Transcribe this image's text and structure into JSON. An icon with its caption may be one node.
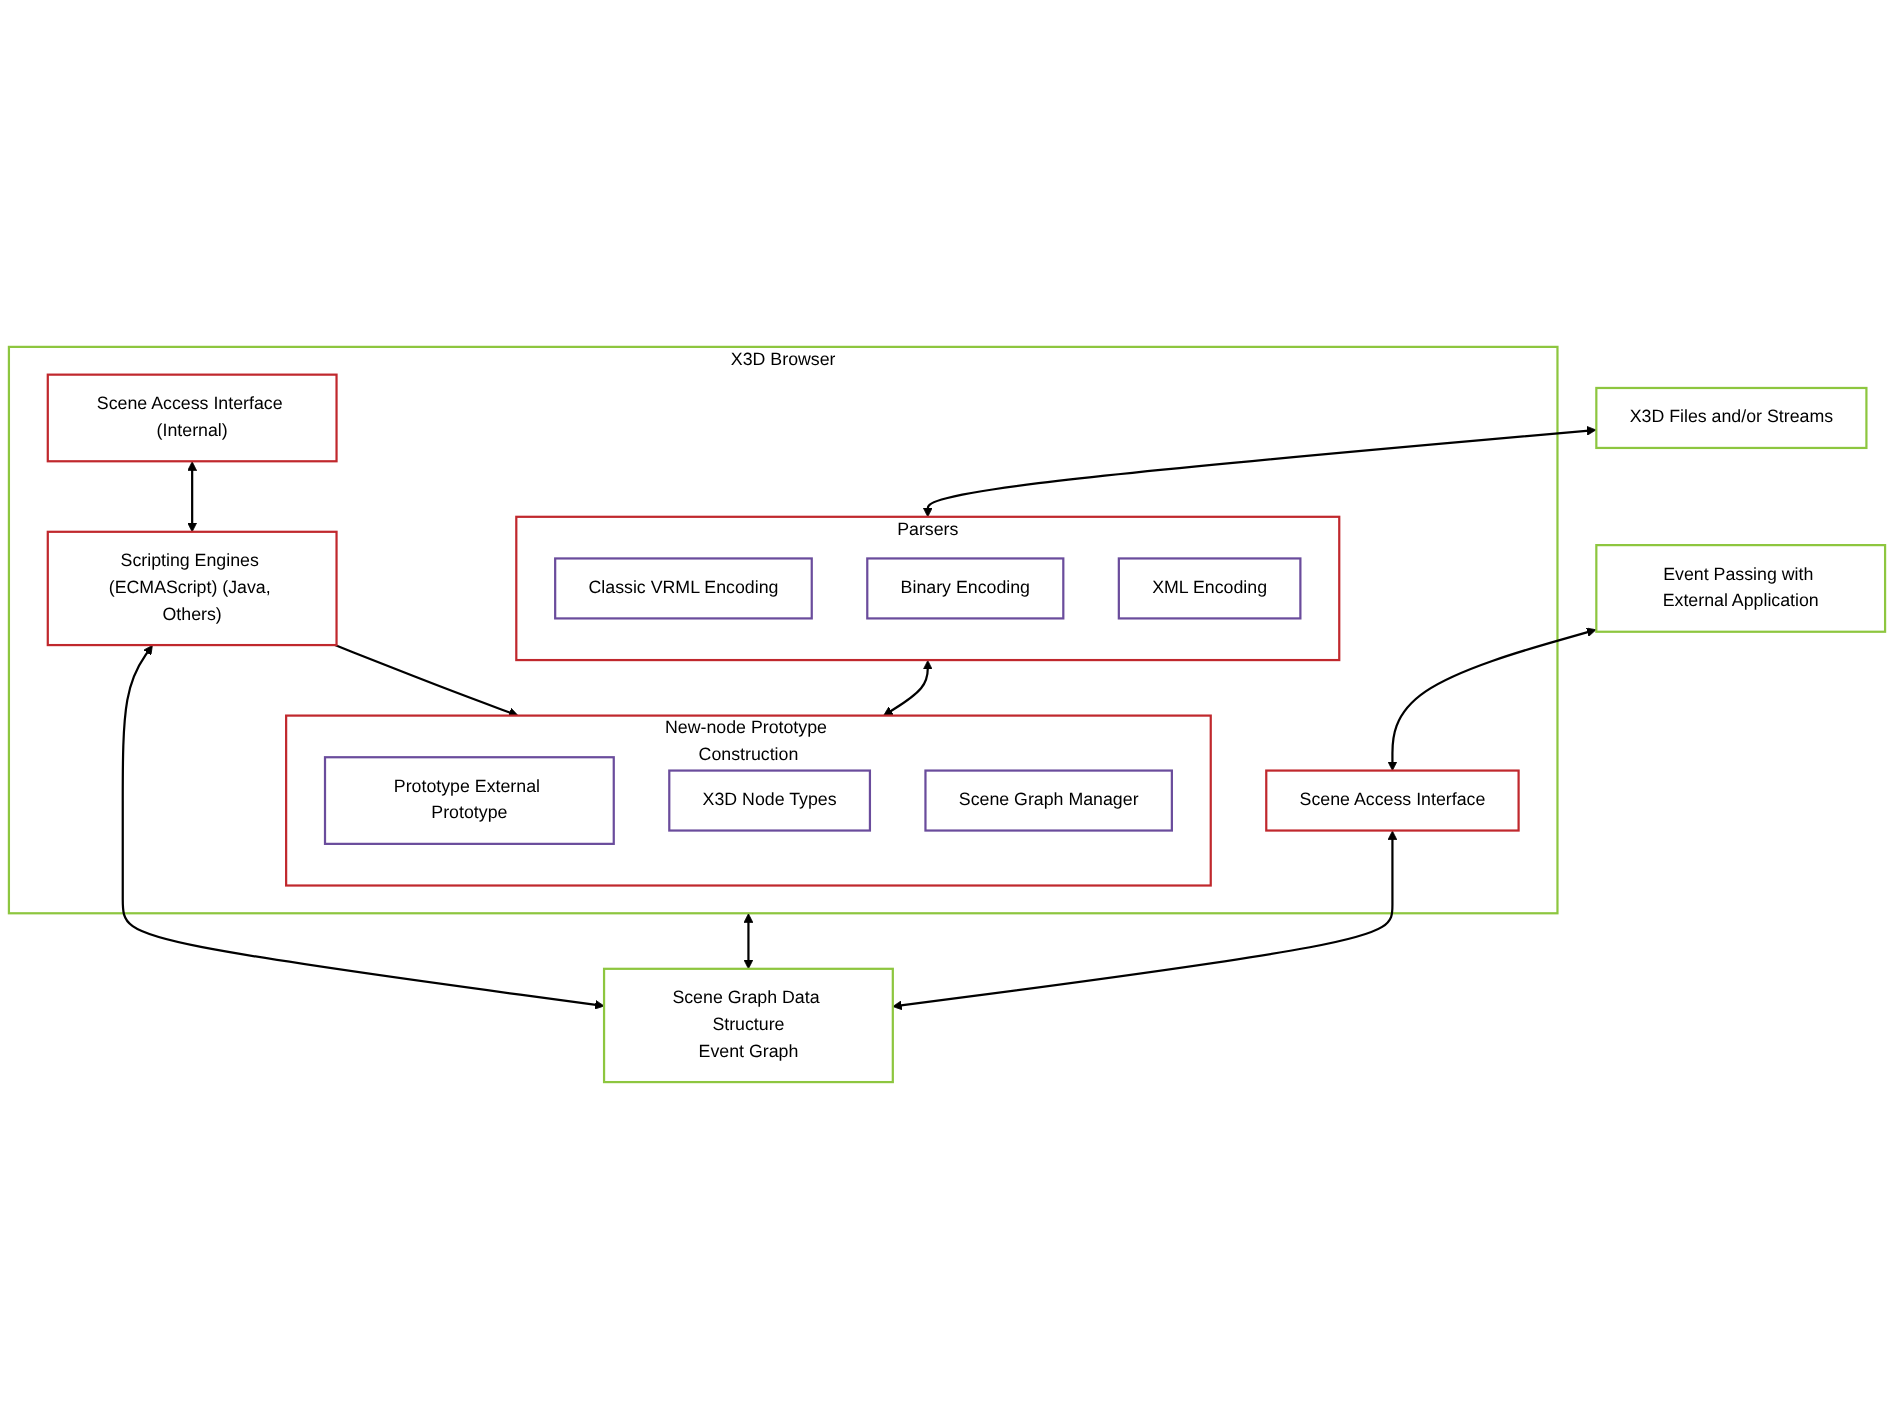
{
  "diagram": {
    "nodes": [
      {
        "text": [
          "X3D Files and/or Streams"
        ]
      },
      {
        "text": [
          "Event Passing with External Application"
        ]
      },
      {
        "text": [
          "X3D Browser"
        ]
      },
      {
        "text": [
          "Parsers"
        ],
        "in": 2
      },
      {
        "text": [
          "Classic VRML Encoding"
        ],
        "in": 3
      },
      {
        "text": [
          "Binary Encoding"
        ],
        "in": 3
      },
      {
        "text": [
          "XML Encoding"
        ],
        "in": 3
      },
      {
        "text": [
          "Scene Access Interface (Internal)"
        ],
        "in": 2
      },
      {
        "text": [
          "Scene Access Interface"
        ],
        "in": 2
      },
      {
        "text": [
          "New-node Prototype Construction"
        ],
        "in": 2
      },
      {
        "text": [
          "Prototype External Prototype"
        ],
        "in": 9
      },
      {
        "text": [
          "X3D Node Types"
        ],
        "in": 9
      },
      {
        "text": [
          "Scene Graph Manager"
        ],
        "in": 9
      },
      {
        "text": [
          "Scripting Engines (ECMAScript) (Java, Others)"
        ],
        "in": 2
      },
      {
        "text": [
          "Scene Graph Data Structure",
          "Event Graph"
        ]
      }
    ],
    "edges": [
      {
        "from": 0,
        "to": 3,
        "arrow": "both"
      },
      {
        "from": 1,
        "to": 8,
        "arrow": "both"
      },
      {
        "from": 3,
        "to": 9,
        "arrow": "both"
      },
      {
        "from": 7,
        "to": 13,
        "arrow": "both"
      },
      {
        "from": 13,
        "to": 9,
        "arrow": "to"
      },
      {
        "from": 2,
        "to": 14,
        "arrow": "both"
      },
      {
        "from": 13,
        "to": 14,
        "arrow": "both"
      },
      {
        "from": 8,
        "to": 14,
        "arrow": "both"
      }
    ]
  }
}
